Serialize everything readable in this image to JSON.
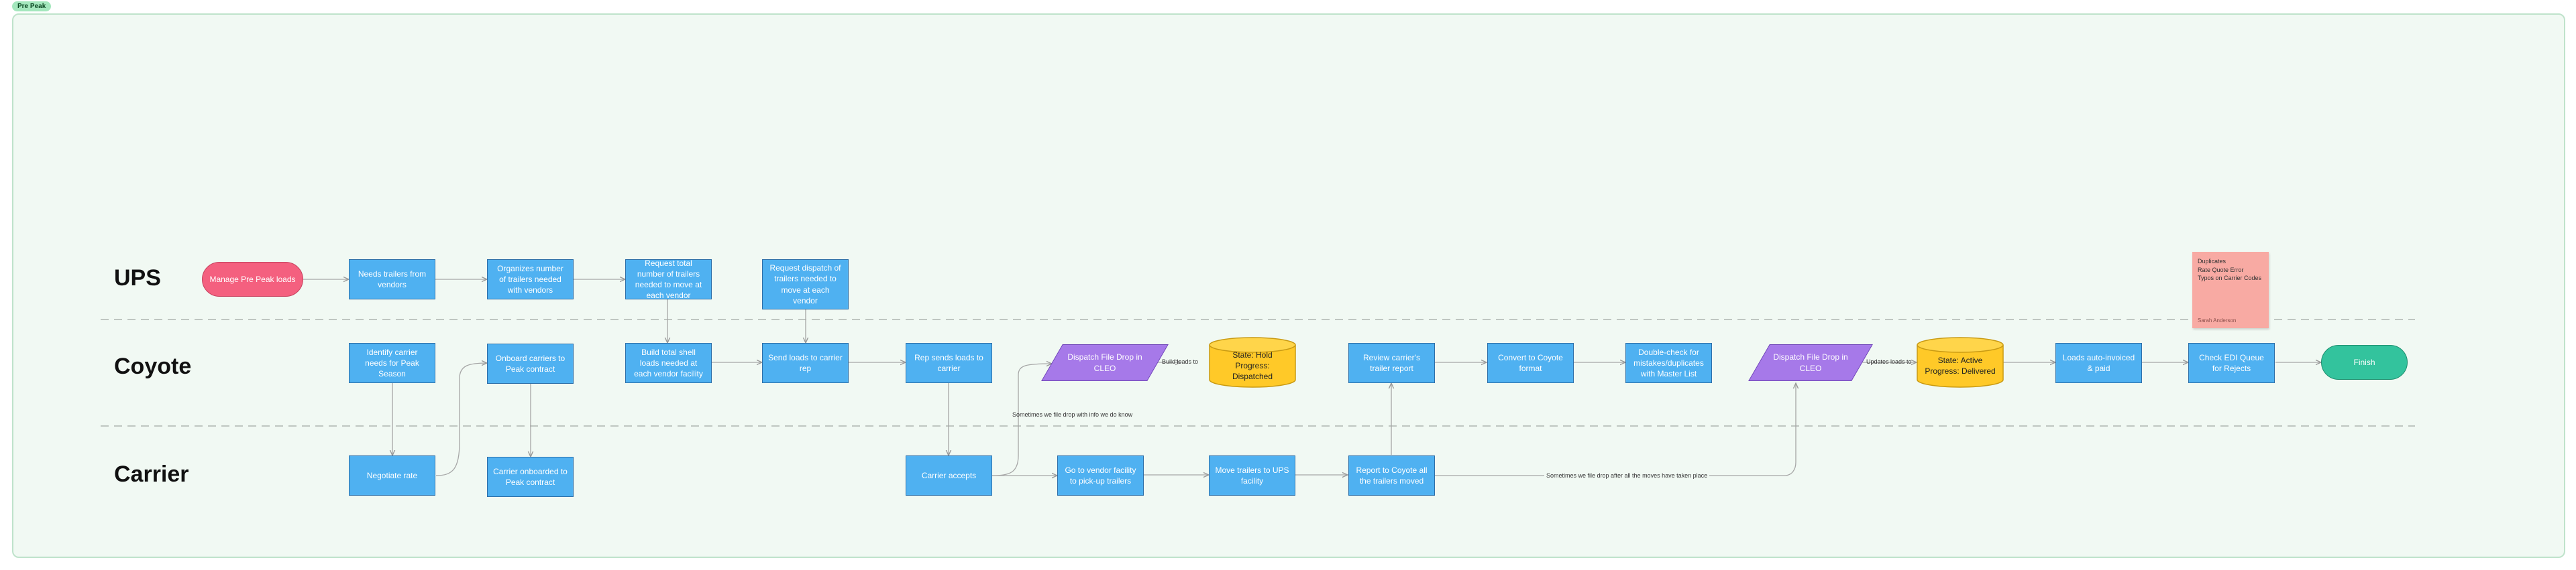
{
  "frame_title": "Pre Peak",
  "lanes": {
    "ups": "UPS",
    "coyote": "Coyote",
    "carrier": "Carrier"
  },
  "nodes": {
    "manage": "Manage Pre Peak loads",
    "needs_trailers": "Needs trailers from vendors",
    "organizes": "Organizes number of trailers needed with vendors",
    "request_total": "Request total number of trailers needed to move at each vendor",
    "request_dispatch": "Request dispatch of trailers needed to move at each vendor",
    "identify_carrier": "Identify carrier needs for Peak Season",
    "onboard": "Onboard carriers to Peak contract",
    "build_shell": "Build total shell loads needed at each vendor facility",
    "send_loads": "Send loads to carrier rep",
    "rep_sends": "Rep sends loads to carrier",
    "dispatch_file_1": "Dispatch File Drop in CLEO",
    "state_hold": "State: Hold Progress: Dispatched",
    "review_report": "Review carrier's trailer report",
    "convert": "Convert to Coyote format",
    "double_check": "Double-check for mistakes/duplicates with Master List",
    "dispatch_file_2": "Dispatch File Drop in CLEO",
    "state_active": "State: Active Progress: Delivered",
    "loads_invoiced": "Loads auto-invoiced & paid",
    "check_edi": "Check EDI Queue for Rejects",
    "finish": "Finish",
    "negotiate": "Negotiate rate",
    "carrier_onboarded": "Carrier onboarded to Peak contract",
    "carrier_accepts": "Carrier accepts",
    "go_vendor": "Go to vendor facility to pick-up trailers",
    "move_trailers": "Move trailers to UPS facility",
    "report_coyote": "Report to Coyote all the trailers moved"
  },
  "edge_labels": {
    "build_loads": "Build loads to",
    "updates_loads": "Updates loads to",
    "file_drop_note": "Sometimes we file drop with info we do know",
    "file_drop_after": "Sometimes we file drop after all the moves have taken place"
  },
  "sticky": {
    "lines": [
      "Duplicates",
      "Rate Quote Error",
      "Typos on Carrier Codes"
    ],
    "author": "Sarah Anderson"
  },
  "colors": {
    "frame_bg": "#f1f9f3",
    "process": "#4fb1f1",
    "start": "#f4607f",
    "end": "#33c39d",
    "file_drop": "#a679e9",
    "state": "#ffc928",
    "sticky": "#f8aaa3"
  }
}
